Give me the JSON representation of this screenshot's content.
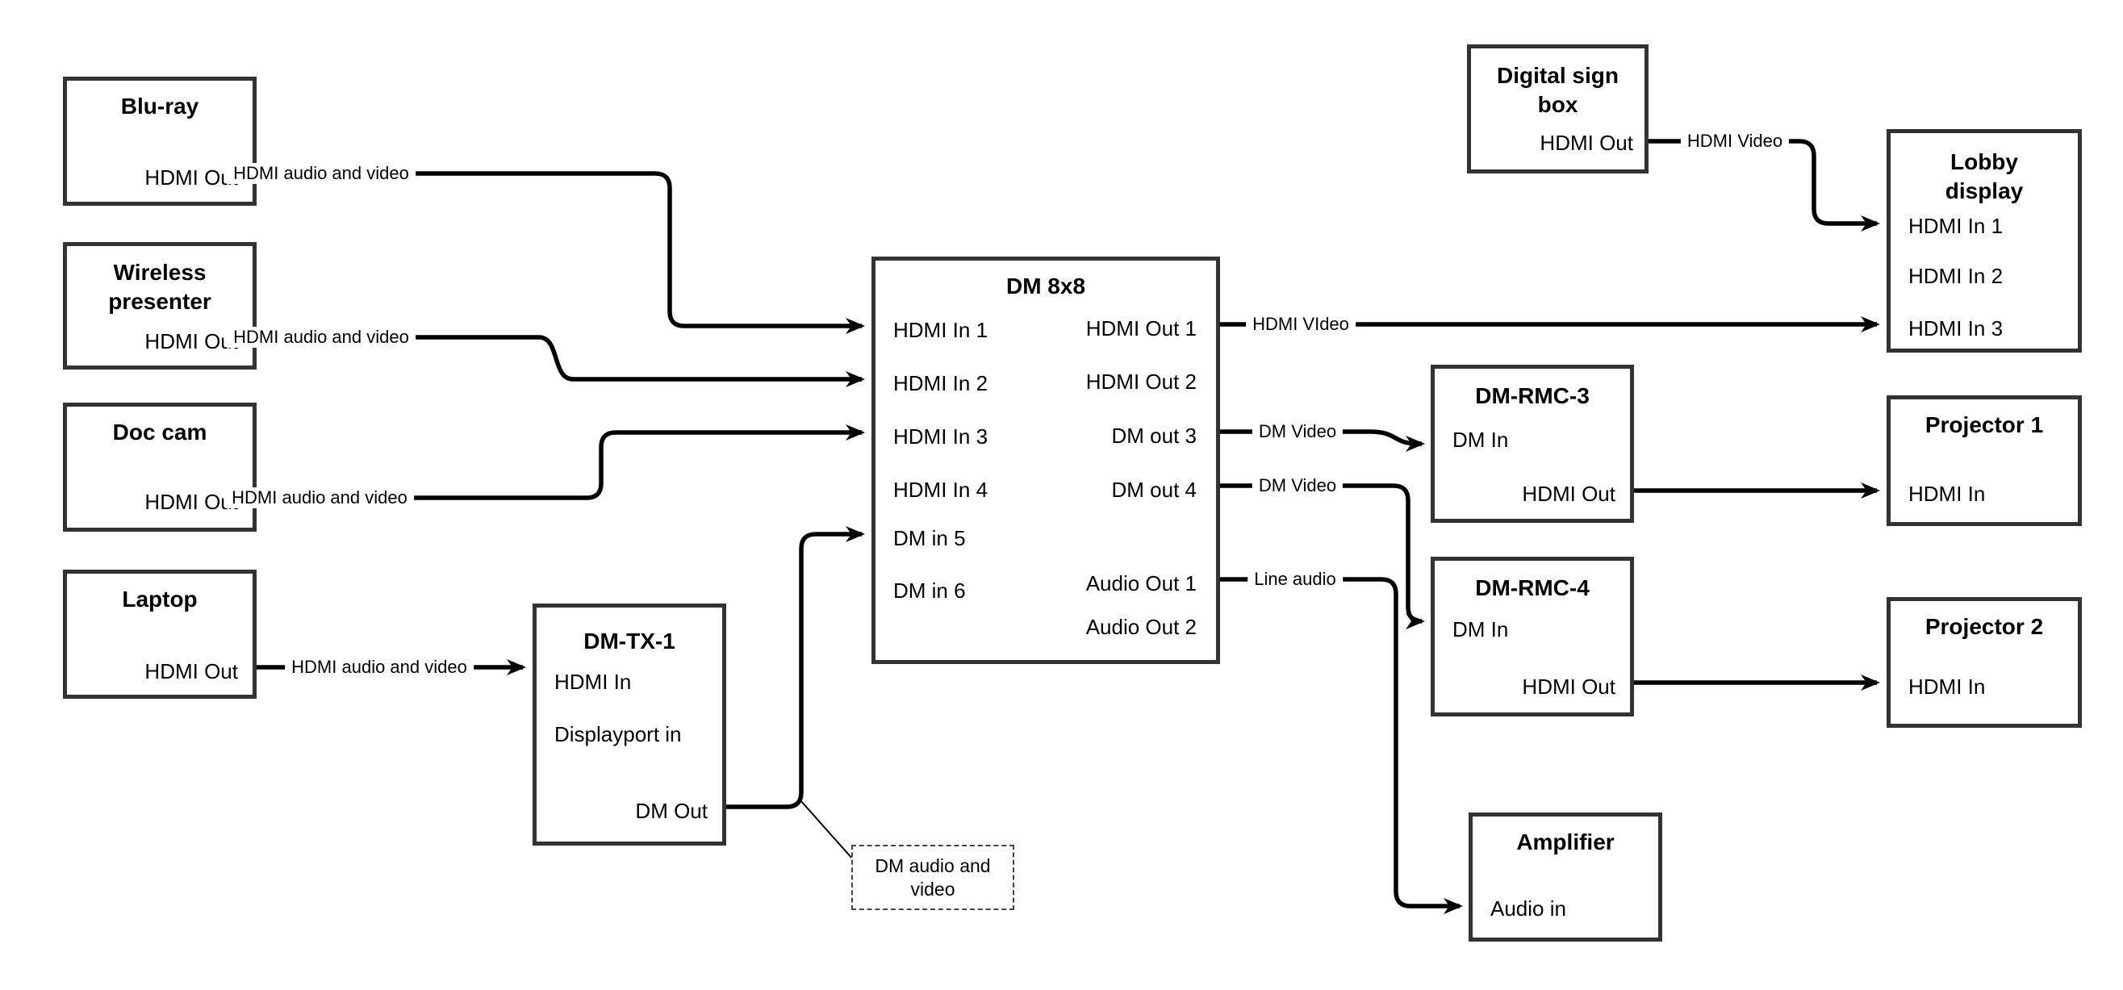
{
  "diagram_type": "av-signal-flow-diagram",
  "colors": {
    "wire": "#000000",
    "box_border": "#333333",
    "background": "#ffffff"
  },
  "nodes": [
    {
      "id": "blu-ray",
      "title_lines": [
        "Blu-ray"
      ],
      "ports": [
        {
          "label": "HDMI Out"
        }
      ]
    },
    {
      "id": "wireless-presenter",
      "title_lines": [
        "Wireless",
        "presenter"
      ],
      "ports": [
        {
          "label": "HDMI Out"
        }
      ]
    },
    {
      "id": "doc-cam",
      "title_lines": [
        "Doc cam"
      ],
      "ports": [
        {
          "label": "HDMI Out"
        }
      ]
    },
    {
      "id": "laptop",
      "title_lines": [
        "Laptop"
      ],
      "ports": [
        {
          "label": "HDMI Out"
        }
      ]
    },
    {
      "id": "dm-tx-1",
      "title_lines": [
        "DM-TX-1"
      ],
      "ports": [
        {
          "label": "HDMI In"
        },
        {
          "label": "Displayport in"
        },
        {
          "label": "DM Out"
        }
      ]
    },
    {
      "id": "dm-8x8",
      "title_lines": [
        "DM 8x8"
      ],
      "ports": [
        {
          "label": "HDMI In 1"
        },
        {
          "label": "HDMI In 2"
        },
        {
          "label": "HDMI In 3"
        },
        {
          "label": "HDMI In 4"
        },
        {
          "label": "DM in 5"
        },
        {
          "label": "DM in 6"
        },
        {
          "label": "HDMI Out 1"
        },
        {
          "label": "HDMI Out 2"
        },
        {
          "label": "DM out 3"
        },
        {
          "label": "DM out 4"
        },
        {
          "label": "Audio Out 1"
        },
        {
          "label": "Audio Out 2"
        }
      ]
    },
    {
      "id": "digital-sign-box",
      "title_lines": [
        "Digital sign",
        "box"
      ],
      "ports": [
        {
          "label": "HDMI Out"
        }
      ]
    },
    {
      "id": "lobby-display",
      "title_lines": [
        "Lobby",
        "display"
      ],
      "ports": [
        {
          "label": "HDMI In 1"
        },
        {
          "label": "HDMI In 2"
        },
        {
          "label": "HDMI In 3"
        }
      ]
    },
    {
      "id": "dm-rmc-3",
      "title_lines": [
        "DM-RMC-3"
      ],
      "ports": [
        {
          "label": "DM In"
        },
        {
          "label": "HDMI Out"
        }
      ]
    },
    {
      "id": "projector-1",
      "title_lines": [
        "Projector 1"
      ],
      "ports": [
        {
          "label": "HDMI In"
        }
      ]
    },
    {
      "id": "dm-rmc-4",
      "title_lines": [
        "DM-RMC-4"
      ],
      "ports": [
        {
          "label": "DM In"
        },
        {
          "label": "HDMI Out"
        }
      ]
    },
    {
      "id": "projector-2",
      "title_lines": [
        "Projector 2"
      ],
      "ports": [
        {
          "label": "HDMI In"
        }
      ]
    },
    {
      "id": "amplifier",
      "title_lines": [
        "Amplifier"
      ],
      "ports": [
        {
          "label": "Audio in"
        }
      ]
    }
  ],
  "connections": [
    {
      "from": "Blu-ray HDMI Out",
      "to": "DM 8x8 HDMI In 1",
      "label": "HDMI audio and video"
    },
    {
      "from": "Wireless presenter HDMI Out",
      "to": "DM 8x8 HDMI In 2",
      "label": "HDMI audio and video"
    },
    {
      "from": "Doc cam HDMI Out",
      "to": "DM 8x8 HDMI In 3",
      "label": "HDMI audio and video"
    },
    {
      "from": "Laptop HDMI Out",
      "to": "DM-TX-1 HDMI In",
      "label": "HDMI audio and video"
    },
    {
      "from": "DM-TX-1 DM Out",
      "to": "DM 8x8 DM in 5",
      "label": ""
    },
    {
      "from": "DM 8x8 HDMI Out 1",
      "to": "Lobby display HDMI In 3",
      "label": "HDMI VIdeo"
    },
    {
      "from": "Digital sign box HDMI Out",
      "to": "Lobby display HDMI In 1",
      "label": "HDMI Video"
    },
    {
      "from": "DM 8x8 DM out 3",
      "to": "DM-RMC-3 DM In",
      "label": "DM Video"
    },
    {
      "from": "DM 8x8 DM out 4",
      "to": "DM-RMC-4 DM In",
      "label": "DM Video"
    },
    {
      "from": "DM 8x8 Audio Out 1",
      "to": "Amplifier Audio in",
      "label": "Line audio"
    },
    {
      "from": "DM-RMC-3 HDMI Out",
      "to": "Projector 1 HDMI In",
      "label": ""
    },
    {
      "from": "DM-RMC-4 HDMI Out",
      "to": "Projector 2 HDMI In",
      "label": ""
    }
  ],
  "note": {
    "lines": [
      "DM audio and",
      "video"
    ]
  }
}
